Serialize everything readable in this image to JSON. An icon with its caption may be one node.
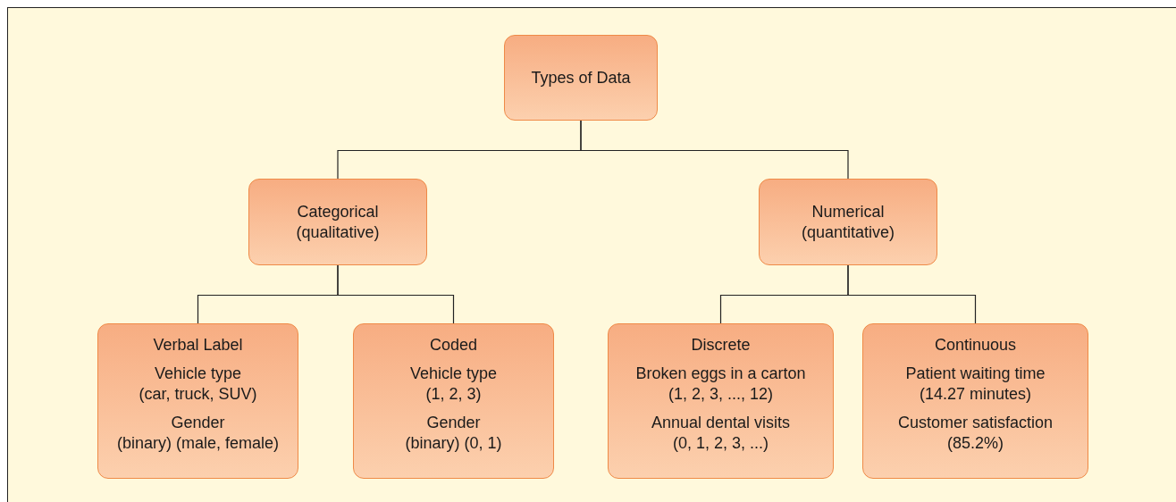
{
  "diagram": {
    "nodes": [
      {
        "text": [
          "Types of Data"
        ]
      },
      {
        "text": [
          "Categorical (qualitative)"
        ]
      },
      {
        "text": [
          "Numerical (quantitative)"
        ]
      },
      {
        "text": [
          "Verbal Label",
          "Vehicle type (car, truck, SUV)",
          "Gender (binary) (male, female)"
        ]
      },
      {
        "text": [
          "Coded",
          "Vehicle type (1, 2, 3)",
          "Gender (binary) (0, 1)"
        ]
      },
      {
        "text": [
          "Discrete",
          "Broken eggs in a carton (1, 2, 3, ..., 12)",
          "Annual dental visits (0, 1, 2, 3, ...)"
        ]
      },
      {
        "text": [
          "Continuous",
          "Patient waiting time (14.27 minutes)",
          "Customer satisfaction (85.2%)"
        ]
      }
    ],
    "edges": [
      {
        "from": 0,
        "to": 1,
        "arrow": "none"
      },
      {
        "from": 0,
        "to": 2,
        "arrow": "none"
      },
      {
        "from": 1,
        "to": 3,
        "arrow": "none"
      },
      {
        "from": 1,
        "to": 4,
        "arrow": "none"
      },
      {
        "from": 2,
        "to": 5,
        "arrow": "none"
      },
      {
        "from": 2,
        "to": 6,
        "arrow": "none"
      }
    ]
  }
}
